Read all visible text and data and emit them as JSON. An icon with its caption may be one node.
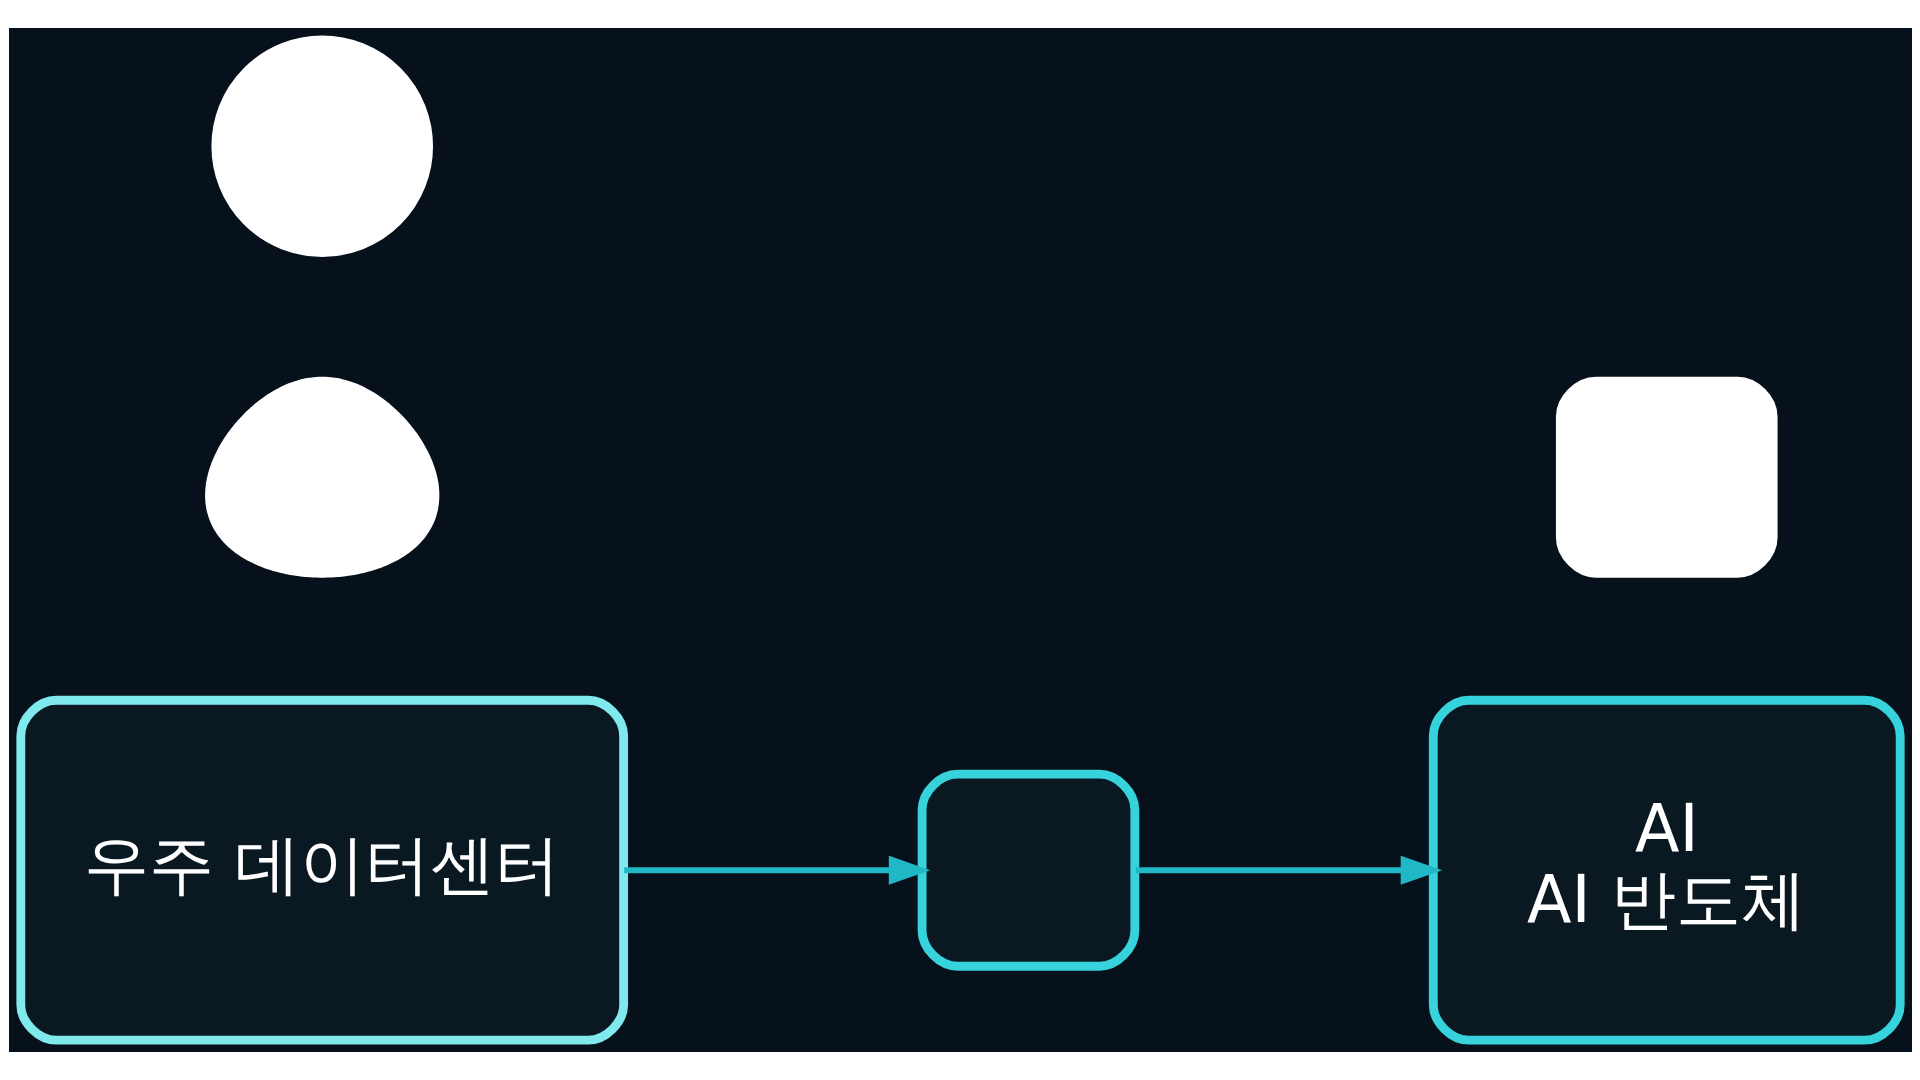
{
  "diagram": {
    "nodes": [
      {
        "text": [
          "우주 데이터센터"
        ]
      },
      {
        "text": [],
        "shape": "box"
      },
      {
        "text": [
          "AI",
          "AI 반도체"
        ]
      },
      {
        "text": [],
        "shape": "person"
      },
      {
        "text": [],
        "shape": "circle"
      },
      {
        "text": [],
        "shape": "box"
      }
    ],
    "edges": [
      {
        "from": 0,
        "to": 1,
        "arrow": "to"
      },
      {
        "from": 1,
        "to": 2,
        "arrow": "to"
      }
    ]
  }
}
